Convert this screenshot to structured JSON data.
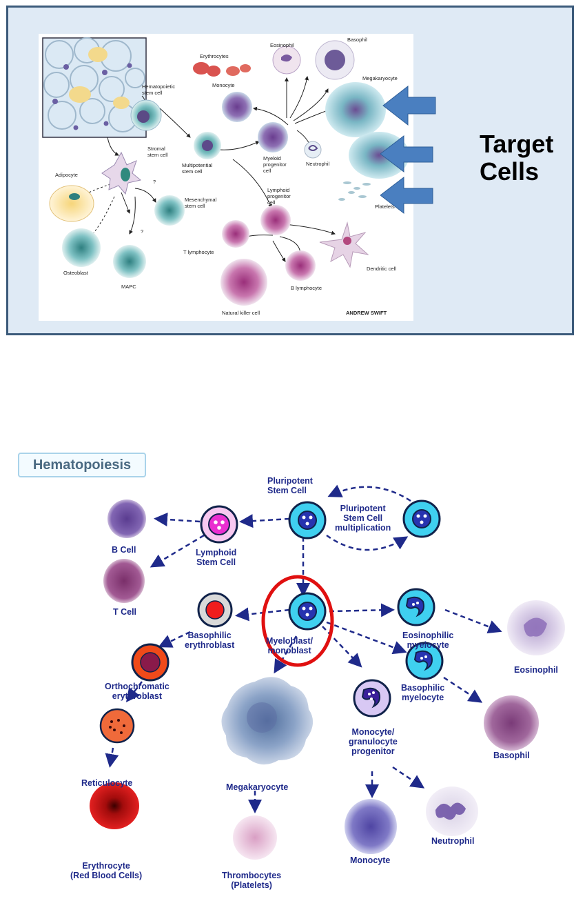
{
  "top_panel": {
    "target_title": "Target\nCells",
    "labels": {
      "hematopoietic_stem_cell": "Hematopoietic\nstem cell",
      "erythrocytes": "Erythrocytes",
      "eosinophil": "Eosinophil",
      "basophil": "Basophil",
      "megakaryocyte": "Megakaryocyte",
      "monocyte": "Monocyte",
      "stromal_stem_cell": "Stromal\nstem cell",
      "multipotential_stem_cell": "Multipotential\nstem cell",
      "myeloid_progenitor_cell": "Myeloid\nprogenitor\ncell",
      "neutrophil": "Neutrophil",
      "platelets": "Platelets",
      "adipocyte": "Adipocyte",
      "question_1": "?",
      "question_2": "?",
      "mesenchymal_stem_cell": "Mesenchymal\nstem cell",
      "lymphoid_progenitor_cell": "Lymphoid\nprogenitor\ncell",
      "t_lymphocyte": "T lymphocyte",
      "dendritic_cell": "Dendritic cell",
      "osteoblast": "Osteoblast",
      "mapc": "MAPC",
      "b_lymphocyte": "B lymphocyte",
      "natural_killer_cell": "Natural killer cell",
      "credit": "ANDREW SWIFT"
    }
  },
  "bottom": {
    "title": "Hematopoiesis",
    "labels": {
      "pluripotent_stem_cell": "Pluripotent\nStem Cell",
      "pluripotent_multiplication": "Pluripotent\nStem Cell\nmultiplication",
      "b_cell": "B Cell",
      "lymphoid_stem_cell": "Lymphoid\nStem Cell",
      "t_cell": "T Cell",
      "myeloblast": "Myeloblast/\nmonoblast",
      "eosinophilic_myelocyte": "Eosinophilic\nmyelocyte",
      "eosinophil": "Eosinophil",
      "basophilic_erythroblast": "Basophilic\nerythroblast",
      "basophilic_myelocyte": "Basophilic\nmyelocyte",
      "basophil": "Basophil",
      "orthochromatic_erythroblast": "Orthochromatic\nerythroblast",
      "megakaryocyte": "Megakaryocyte",
      "monocyte_granulocyte_progenitor": "Monocyte/\ngranulocyte\nprogenitor",
      "reticulocyte": "Reticulocyte",
      "monocyte": "Monocyte",
      "neutrophil": "Neutrophil",
      "erythrocyte": "Erythrocyte\n(Red Blood Cells)",
      "thrombocytes": "Thrombocytes\n(Platelets)"
    }
  },
  "colors": {
    "panel_bg": "#dfeaf5",
    "panel_border": "#3b5a7a",
    "arrow_blue": "#4a7fc0",
    "label_navy": "#1f2a8a",
    "highlight_red": "#e01010",
    "stem_cyan": "#3fd0f0"
  }
}
